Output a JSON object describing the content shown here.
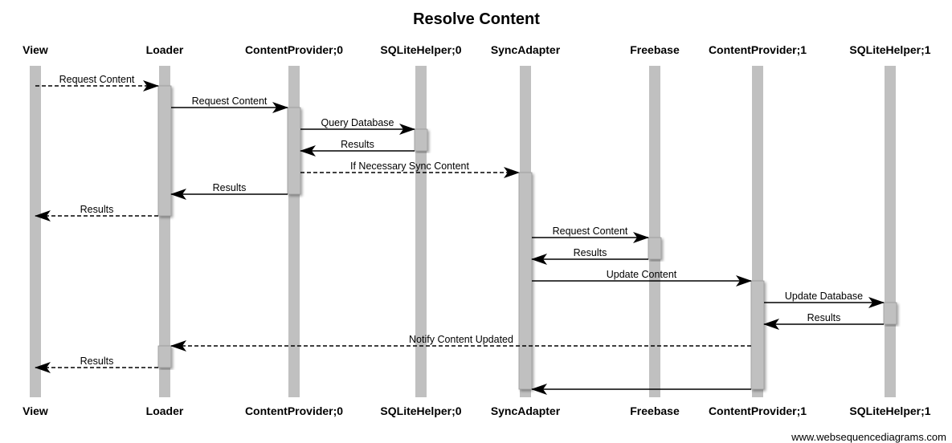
{
  "title": "Resolve Content",
  "watermark": "www.websequencediagrams.com",
  "participants": [
    {
      "id": "view",
      "name": "View"
    },
    {
      "id": "loader",
      "name": "Loader"
    },
    {
      "id": "cp0",
      "name": "ContentProvider;0"
    },
    {
      "id": "sql0",
      "name": "SQLiteHelper;0"
    },
    {
      "id": "sync",
      "name": "SyncAdapter"
    },
    {
      "id": "freebase",
      "name": "Freebase"
    },
    {
      "id": "cp1",
      "name": "ContentProvider;1"
    },
    {
      "id": "sql1",
      "name": "SQLiteHelper;1"
    }
  ],
  "messages": [
    {
      "from": "view",
      "to": "loader",
      "label": "Request Content",
      "style": "dashed"
    },
    {
      "from": "loader",
      "to": "cp0",
      "label": "Request Content",
      "style": "solid"
    },
    {
      "from": "cp0",
      "to": "sql0",
      "label": "Query Database",
      "style": "solid"
    },
    {
      "from": "sql0",
      "to": "cp0",
      "label": "Results",
      "style": "solid"
    },
    {
      "from": "cp0",
      "to": "sync",
      "label": "If Necessary Sync Content",
      "style": "dashed"
    },
    {
      "from": "cp0",
      "to": "loader",
      "label": "Results",
      "style": "solid"
    },
    {
      "from": "loader",
      "to": "view",
      "label": "Results",
      "style": "dashed"
    },
    {
      "from": "sync",
      "to": "freebase",
      "label": "Request Content",
      "style": "solid"
    },
    {
      "from": "freebase",
      "to": "sync",
      "label": "Results",
      "style": "solid"
    },
    {
      "from": "sync",
      "to": "cp1",
      "label": "Update Content",
      "style": "solid"
    },
    {
      "from": "cp1",
      "to": "sql1",
      "label": "Update Database",
      "style": "solid"
    },
    {
      "from": "sql1",
      "to": "cp1",
      "label": "Results",
      "style": "solid"
    },
    {
      "from": "cp1",
      "to": "loader",
      "label": "Notify Content Updated",
      "style": "dashed"
    },
    {
      "from": "loader",
      "to": "view",
      "label": "Results",
      "style": "dashed"
    },
    {
      "from": "cp1",
      "to": "sync",
      "label": "",
      "style": "solid"
    }
  ]
}
